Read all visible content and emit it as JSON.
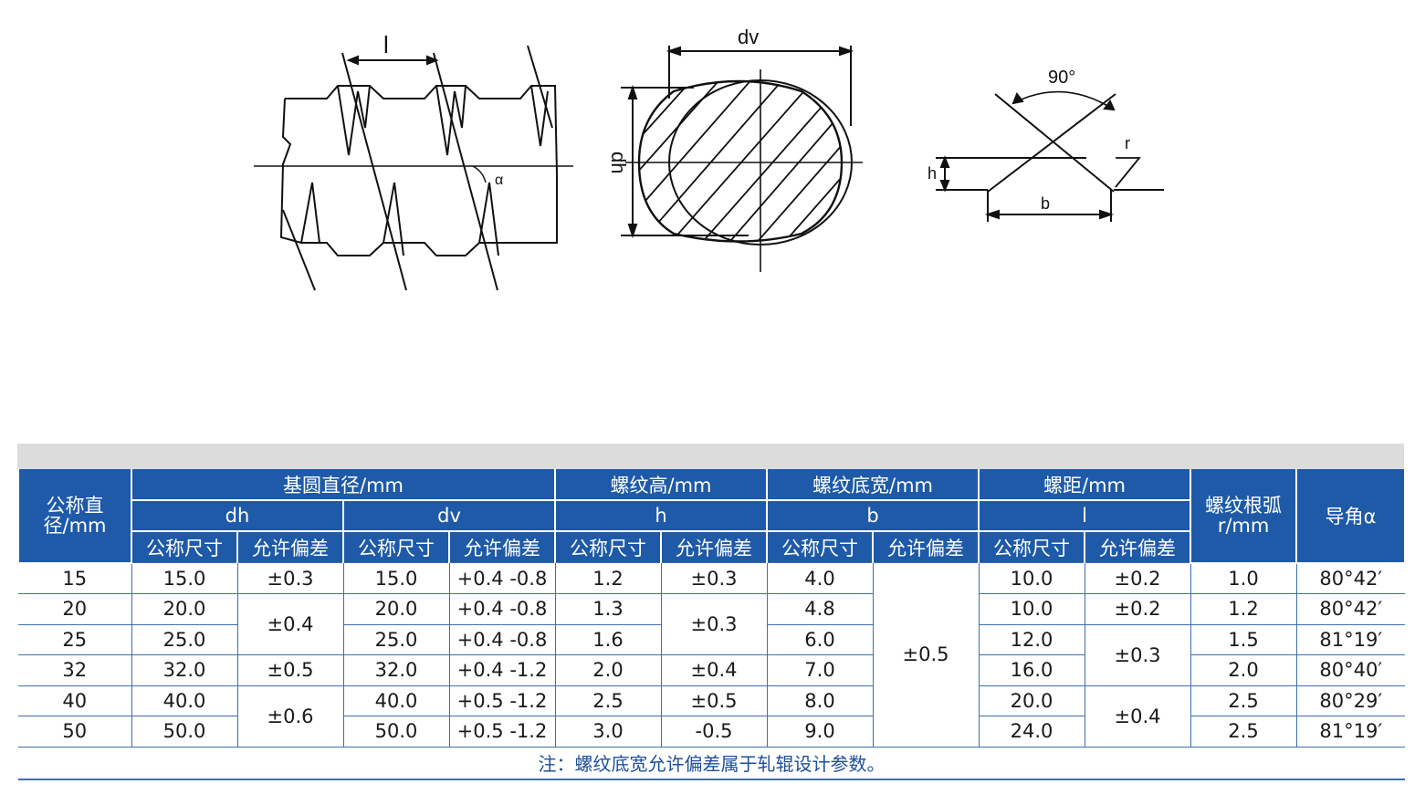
{
  "diagrams": {
    "thread_side": {
      "pitch_label": "l",
      "angle_label": "α"
    },
    "cross_section": {
      "width_label": "dv",
      "height_label": "dh"
    },
    "thread_profile": {
      "angle_label": "90°",
      "radius_label": "r",
      "height_label": "h",
      "base_label": "b"
    }
  },
  "table": {
    "header": {
      "nominal_diameter": "公称直径/mm",
      "base_circle": "基圆直径/mm",
      "thread_height": "螺纹高/mm",
      "thread_base_width": "螺纹底宽/mm",
      "pitch": "螺距/mm",
      "root_radius": "螺纹根弧r/mm",
      "lead_angle": "导角α",
      "sub_dh": "dh",
      "sub_dv": "dv",
      "sub_h": "h",
      "sub_b": "b",
      "sub_l": "l",
      "nominal_size": "公称尺寸",
      "tolerance": "允许偏差"
    },
    "rows": [
      {
        "d": "15",
        "dh": "15.0",
        "dh_tol": "±0.3",
        "dv": "15.0",
        "dv_tol": "+0.4 -0.8",
        "h": "1.2",
        "h_tol": "±0.3",
        "b": "4.0",
        "b_tol": "±0.5",
        "l": "10.0",
        "l_tol": "±0.2",
        "r": "1.0",
        "alpha": "80°42′"
      },
      {
        "d": "20",
        "dh": "20.0",
        "dh_tol": "±0.4",
        "dv": "20.0",
        "dv_tol": "+0.4 -0.8",
        "h": "1.3",
        "h_tol": "±0.3",
        "b": "4.8",
        "l": "10.0",
        "l_tol": "±0.2",
        "r": "1.2",
        "alpha": "80°42′"
      },
      {
        "d": "25",
        "dh": "25.0",
        "dv": "25.0",
        "dv_tol": "+0.4 -0.8",
        "h": "1.6",
        "b": "6.0",
        "l": "12.0",
        "l_tol": "±0.3",
        "r": "1.5",
        "alpha": "81°19′"
      },
      {
        "d": "32",
        "dh": "32.0",
        "dh_tol": "±0.5",
        "dv": "32.0",
        "dv_tol": "+0.4 -1.2",
        "h": "2.0",
        "h_tol": "±0.4",
        "b": "7.0",
        "l": "16.0",
        "r": "2.0",
        "alpha": "80°40′"
      },
      {
        "d": "40",
        "dh": "40.0",
        "dh_tol": "±0.6",
        "dv": "40.0",
        "dv_tol": "+0.5 -1.2",
        "h": "2.5",
        "h_tol": "±0.5",
        "b": "8.0",
        "l": "20.0",
        "l_tol": "±0.4",
        "r": "2.5",
        "alpha": "80°29′"
      },
      {
        "d": "50",
        "dh": "50.0",
        "dv": "50.0",
        "dv_tol": "+0.5 -1.2",
        "h": "3.0",
        "h_tol": "-0.5",
        "b": "9.0",
        "l": "24.0",
        "r": "2.5",
        "alpha": "81°19′"
      }
    ],
    "note": "注：螺纹底宽允许偏差属于轧辊设计参数。"
  }
}
